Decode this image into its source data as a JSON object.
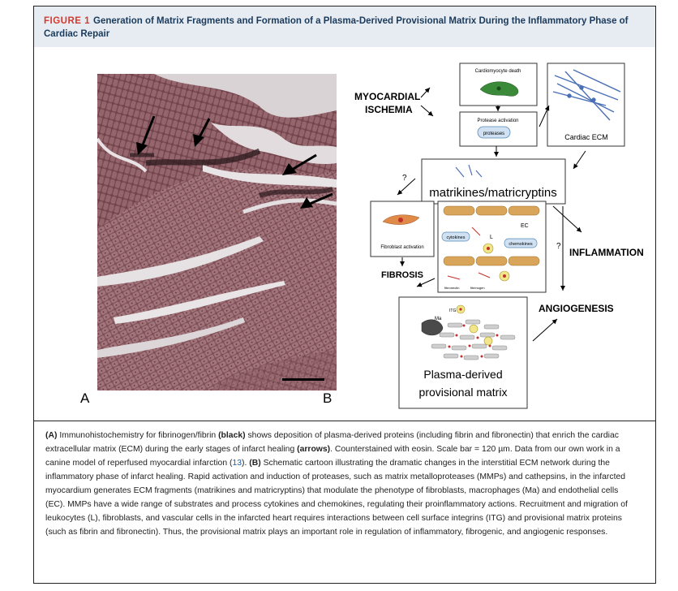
{
  "figure": {
    "number": "FIGURE 1",
    "title": "Generation of Matrix Fragments and Formation of a Plasma-Derived Provisional Matrix During the Inflammatory Phase of Cardiac Repair"
  },
  "panel_a": {
    "label": "A"
  },
  "panel_b": {
    "label": "B",
    "myocardial": "MYOCARDIAL",
    "ischemia": "ISCHEMIA",
    "cardiomyocyte_death": "Cardiomyocyte death",
    "protease_activation": "Protease activation",
    "proteases": "proteases",
    "cardiac_ecm": "Cardiac ECM",
    "matrikines": "matrikines/matricryptins",
    "question_mark": "?",
    "fibroblast_activation": "Fibroblast activation",
    "fibrosis": "FIBROSIS",
    "cytokines": "cytokines",
    "chemokines": "chemokines",
    "ec": "EC",
    "l": "L",
    "fibronectin": "fibronectin",
    "fibrinogen": "fibrinogen",
    "inflammation": "INFLAMMATION",
    "angiogenesis": "ANGIOGENESIS",
    "itg": "ITG",
    "ma": "Ma",
    "provisional_line1": "Plasma-derived",
    "provisional_line2": "provisional matrix"
  },
  "caption": {
    "a_label": "(A)",
    "a_text1": " Immunohistochemistry for fibrinogen/fibrin ",
    "a_black": "(black)",
    "a_text2": " shows deposition of plasma-derived proteins (including fibrin and fibronectin) that enrich the cardiac extracellular matrix (ECM) during the early stages of infarct healing ",
    "a_arrows": "(arrows)",
    "a_text3": ". Counterstained with eosin. Scale bar = 120 µm. Data from our own work in a canine model of reperfused myocardial infarction (",
    "a_cite": "13",
    "a_text4": "). ",
    "b_label": "(B)",
    "b_text": " Schematic cartoon illustrating the dramatic changes in the interstitial ECM network during the inflammatory phase of infarct healing. Rapid activation and induction of proteases, such as matrix metalloproteases (MMPs) and cathepsins, in the infarcted myocardium generates ECM fragments (matrikines and matricryptins) that modulate the phenotype of fibroblasts, macrophages (Ma) and endothelial cells (EC). MMPs have a wide range of substrates and process cytokines and chemokines, regulating their proinflammatory actions. Recruitment and migration of leukocytes (L), fibroblasts, and vascular cells in the infarcted heart requires interactions between cell surface integrins (ITG) and provisional matrix proteins (such as fibrin and fibronectin). Thus, the provisional matrix plays an important role in regulation of inflammatory, fibrogenic, and angiogenic responses."
  },
  "colors": {
    "header_bg": "#e6ecf2",
    "title_text": "#1a3a5c",
    "figure_number": "#d43a2f",
    "citation": "#1a5fa8",
    "tissue": "#8a5a60"
  },
  "icons": [
    "black-arrow-icon",
    "scale-bar",
    "cardiomyocyte-icon",
    "ecm-fibers-icon",
    "fragment-icon",
    "fibroblast-icon",
    "endothelial-cell-icon",
    "leukocyte-icon",
    "macrophage-icon",
    "fibrin-strand-icon"
  ]
}
